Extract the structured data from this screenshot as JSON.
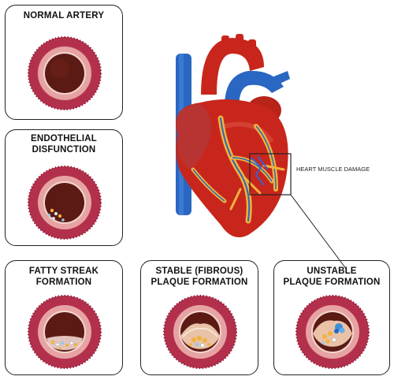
{
  "panels": [
    {
      "id": "normal",
      "title_lines": [
        "NORMAL ARTERY"
      ]
    },
    {
      "id": "endothelial",
      "title_lines": [
        "ENDOTHELIAL",
        "DISFUNCTION"
      ]
    },
    {
      "id": "fatty",
      "title_lines": [
        "FATTY STREAK",
        "FORMATION"
      ]
    },
    {
      "id": "stable",
      "title_lines": [
        "STABLE (FIBROUS)",
        "PLAQUE FORMATION"
      ]
    },
    {
      "id": "unstable",
      "title_lines": [
        "UNSTABLE",
        "PLAQUE FORMATION"
      ]
    }
  ],
  "heart": {
    "damage_label": "HEART MUSCLE DAMAGE"
  },
  "colors": {
    "artery_outer": "#b3304c",
    "artery_media": "#e7a3a3",
    "artery_lumen": "#5b1a14",
    "plaque": "#f1c27a",
    "heart_red": "#c8261c",
    "vessel_blue": "#2a67c2",
    "fat_yellow": "#f0b33c"
  }
}
